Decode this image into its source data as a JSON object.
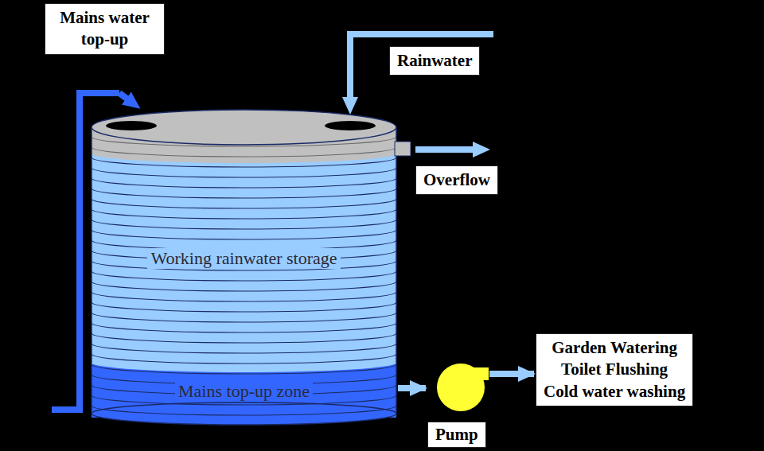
{
  "diagram": {
    "nodes": [
      {
        "text": [
          "Mains water top-up"
        ]
      },
      {
        "text": [
          "Rainwater"
        ]
      },
      {
        "text": [
          "Overflow"
        ]
      },
      {
        "text": [
          "Working rainwater storage"
        ]
      },
      {
        "text": [
          "Mains top-up zone"
        ]
      },
      {
        "text": [
          "Pump"
        ]
      },
      {
        "text": [
          "Garden Watering",
          "Toilet Flushing",
          "Cold water washing"
        ]
      }
    ],
    "edges": [
      {
        "from": 4,
        "to": 5,
        "arrow": "to"
      },
      {
        "from": 5,
        "to": 6,
        "arrow": "to"
      }
    ]
  }
}
